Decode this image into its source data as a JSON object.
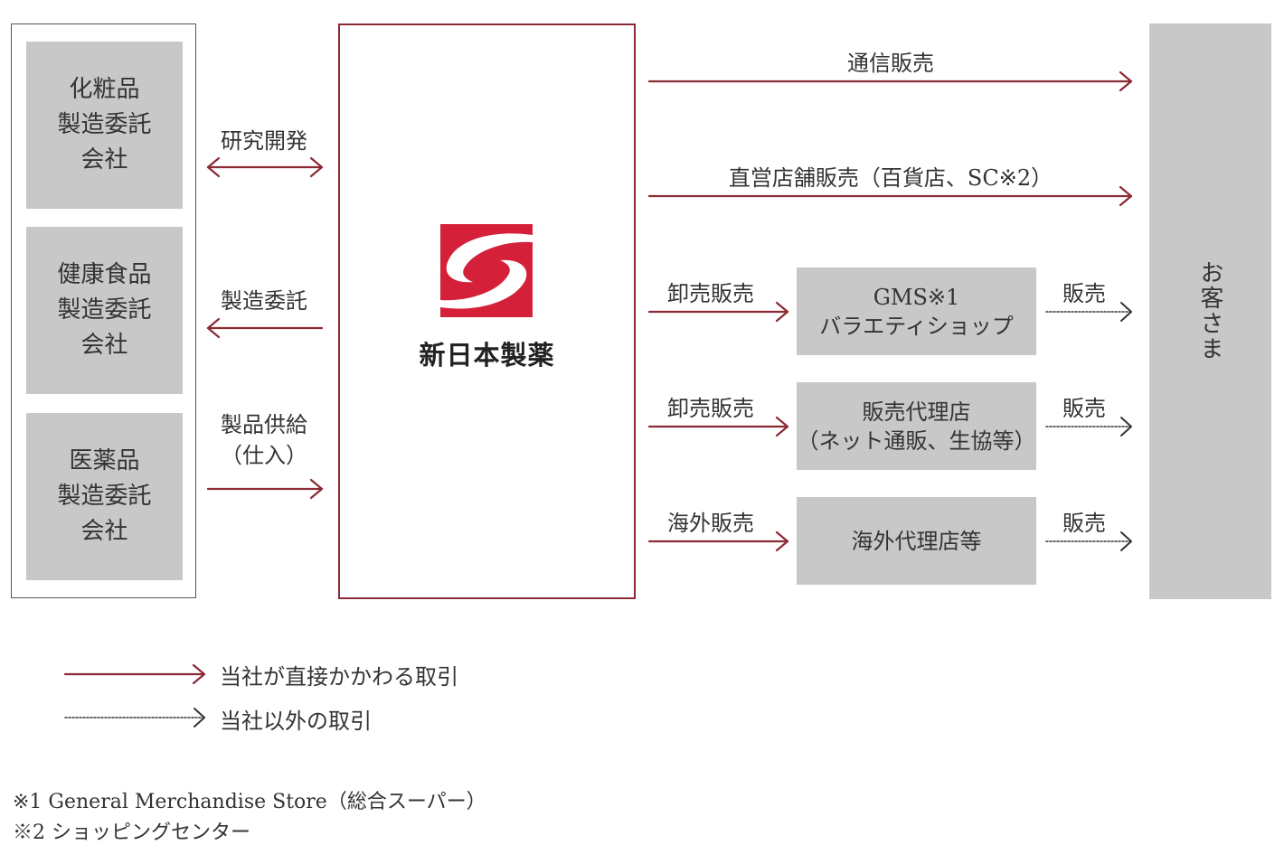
{
  "manufacturers": [
    {
      "label": "化粧品\n製造委託\n会社"
    },
    {
      "label": "健康食品\n製造委託\n会社"
    },
    {
      "label": "医薬品\n製造委託\n会社"
    }
  ],
  "flows_left": {
    "research": "研究開発",
    "outsourcing": "製造委託",
    "supply": "製品供給\n（仕入）"
  },
  "company": {
    "name": "新日本製薬",
    "logo_color": "#d52039"
  },
  "channels": {
    "mail_order": "通信販売",
    "direct_store": "直営店舗販売（百貨店、SC※2）",
    "wholesale_1": "卸売販売",
    "wholesale_2": "卸売販売",
    "overseas": "海外販売"
  },
  "partners": {
    "gms": "GMS※1\nバラエティショップ",
    "agency": "販売代理店\n（ネット通販、生協等）",
    "overseas_agency": "海外代理店等"
  },
  "sales_labels": [
    "販売",
    "販売",
    "販売"
  ],
  "customer": {
    "label": "お客さま"
  },
  "legend": {
    "direct": "当社が直接かかわる取引",
    "indirect": "当社以外の取引"
  },
  "notes": [
    "※1 General Merchandise Store（総合スーパー）",
    "※2 ショッピングセンター"
  ],
  "colors": {
    "arrow": "#8b2a35",
    "box_fill": "#c8c8c8",
    "indirect_arrow": "#333333"
  }
}
